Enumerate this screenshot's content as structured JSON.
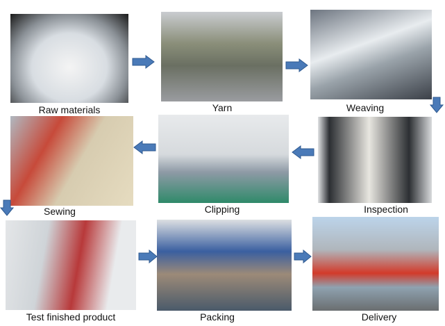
{
  "steps": [
    {
      "label": "Raw materials"
    },
    {
      "label": "Yarn"
    },
    {
      "label": "Weaving"
    },
    {
      "label": "Inspection"
    },
    {
      "label": "Clipping"
    },
    {
      "label": "Sewing"
    },
    {
      "label": "Test finished product"
    },
    {
      "label": "Packing"
    },
    {
      "label": "Delivery"
    }
  ],
  "colors": {
    "arrow": "#4a7ab8",
    "arrow_border": "#2f5a90"
  }
}
